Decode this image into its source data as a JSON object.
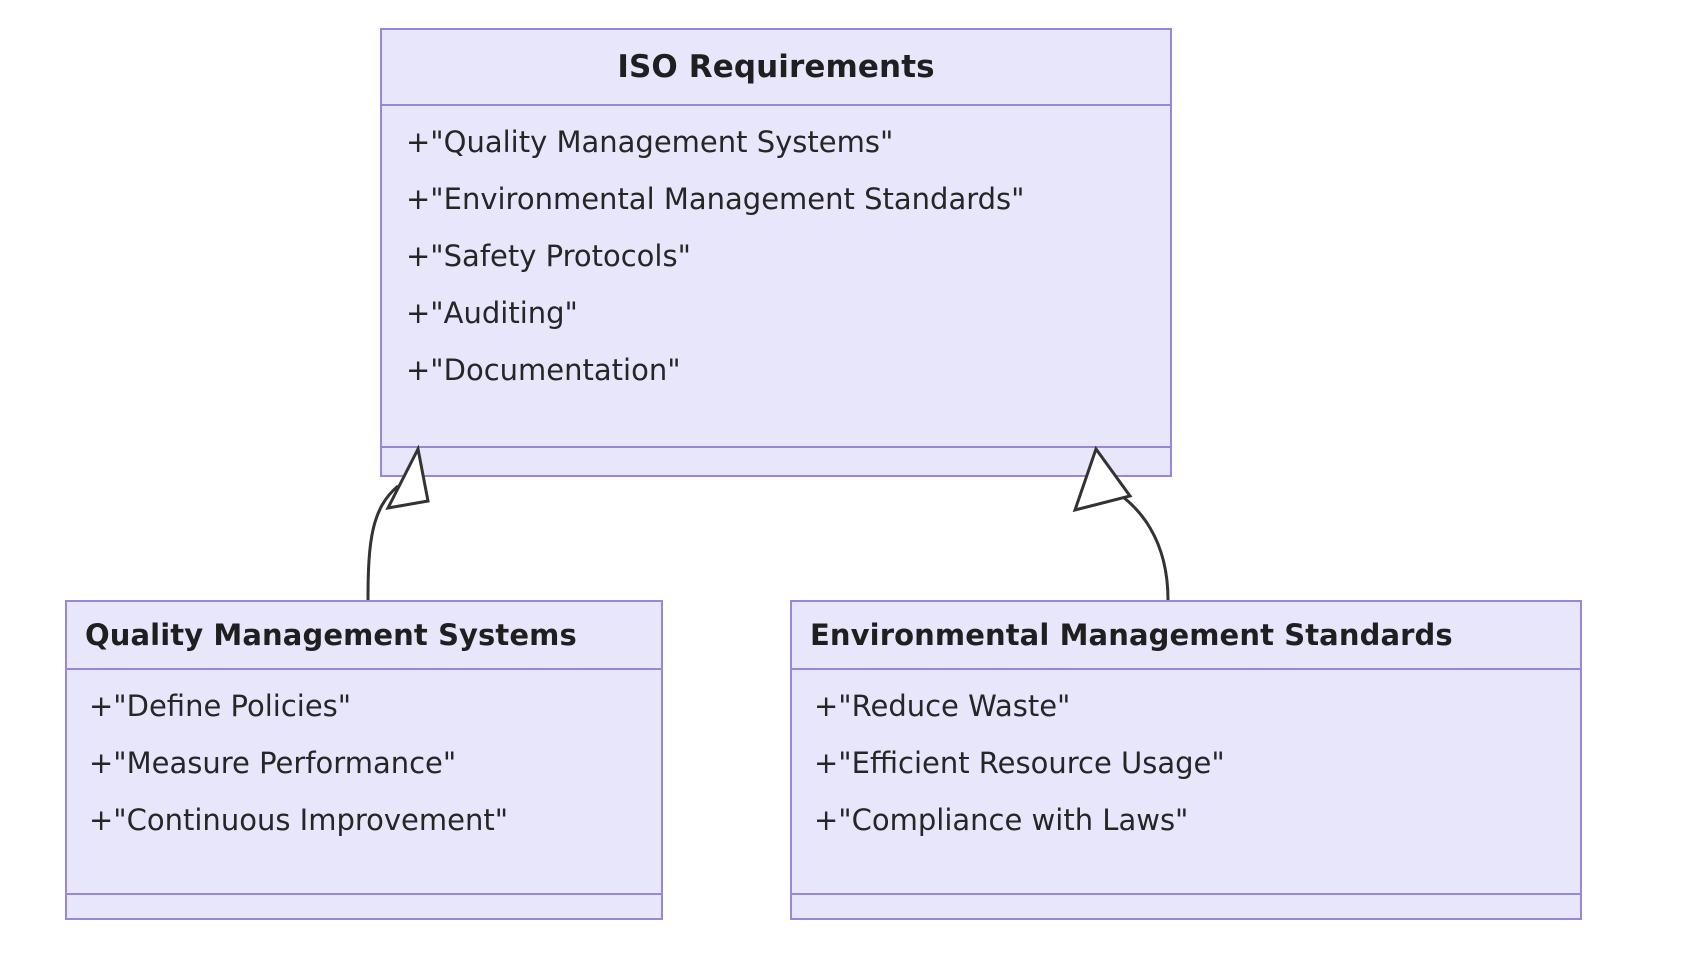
{
  "diagram": {
    "type": "uml-class-diagram",
    "background_color": "#ffffff",
    "class_fill_color": "#e8e6fb",
    "class_border_color": "#9a86d6",
    "text_color": "#1f1f1f",
    "connector_color": "#333333"
  },
  "classes": {
    "iso": {
      "name": "ISO Requirements",
      "attributes": [
        "+\"Quality Management Systems\"",
        "+\"Environmental Management Standards\"",
        "+\"Safety Protocols\"",
        "+\"Auditing\"",
        "+\"Documentation\""
      ],
      "methods": []
    },
    "qms": {
      "name": "Quality Management Systems",
      "attributes": [
        "+\"Define Policies\"",
        "+\"Measure Performance\"",
        "+\"Continuous Improvement\""
      ],
      "methods": []
    },
    "ems": {
      "name": "Environmental Management Standards",
      "attributes": [
        "+\"Reduce Waste\"",
        "+\"Efficient Resource Usage\"",
        "+\"Compliance with Laws\""
      ],
      "methods": []
    }
  },
  "relationships": [
    {
      "id": "qms-inherits-iso",
      "type": "generalization",
      "from": "Quality Management Systems",
      "to": "ISO Requirements",
      "arrow": "hollow-triangle"
    },
    {
      "id": "ems-inherits-iso",
      "type": "generalization",
      "from": "Environmental Management Standards",
      "to": "ISO Requirements",
      "arrow": "hollow-triangle"
    }
  ]
}
